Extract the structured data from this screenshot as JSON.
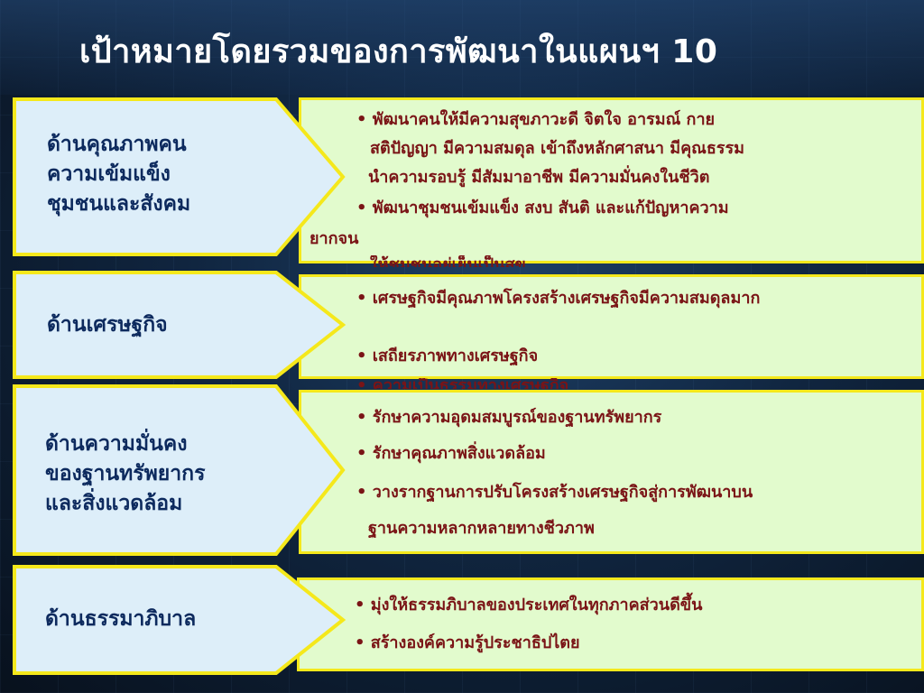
{
  "slide": {
    "title": "เป้าหมายโดยรวมของการพัฒนาในแผนฯ 10"
  },
  "colors": {
    "left_fill": "#ddeef9",
    "border": "#f5e81b",
    "right_fill": "#e2fbcd",
    "left_text": "#0d2a5e",
    "right_text": "#7a1416",
    "title_text": "#ffffff"
  },
  "sections": [
    {
      "label": "ด้านคุณภาพคน\nความเข้มแข็ง\nชุมชนและสังคม",
      "lines": [
        "•   พัฒนาคนให้มีความสุขภาวะดี จิตใจ อารมณ์ กาย",
        "สติปัญญา มีความสมดุล เข้าถึงหลักศาสนา มีคุณธรรม",
        "นำความรอบรู้ มีสัมมาอาชีพ มีความมั่นคงในชีวิต",
        "•   พัฒนาชุมชนเข้มแข็ง สงบ สันติ และแก้ปัญหาความ",
        "ยากจน",
        "ให้ชุมชนอยู่เย็นเป็นสุข"
      ]
    },
    {
      "label": "ด้านเศรษฐกิจ",
      "lines": [
        "•   เศรษฐกิจมีคุณภาพโครงสร้างเศรษฐกิจมีความสมดุลมาก",
        "•   เสถียรภาพทางเศรษฐกิจ",
        "• ความเป็นธรรมทางเศรษฐกิจ"
      ]
    },
    {
      "label": "ด้านความมั่นคง\nของฐานทรัพยากร\nและสิ่งแวดล้อม",
      "lines": [
        "•   รักษาความอุดมสมบูรณ์ของฐานทรัพยากร",
        "•   รักษาคุณภาพสิ่งแวดล้อม",
        "• วางรากฐานการปรับโครงสร้างเศรษฐกิจสู่การพัฒนาบน",
        "ฐานความหลากหลายทางชีวภาพ"
      ]
    },
    {
      "label": "ด้านธรรมาภิบาล",
      "lines": [
        "•   มุ่งให้ธรรมภิบาลของประเทศในทุกภาคส่วนดีขึ้น",
        "•   สร้างองค์ความรู้ประชาธิปไตย"
      ]
    }
  ]
}
